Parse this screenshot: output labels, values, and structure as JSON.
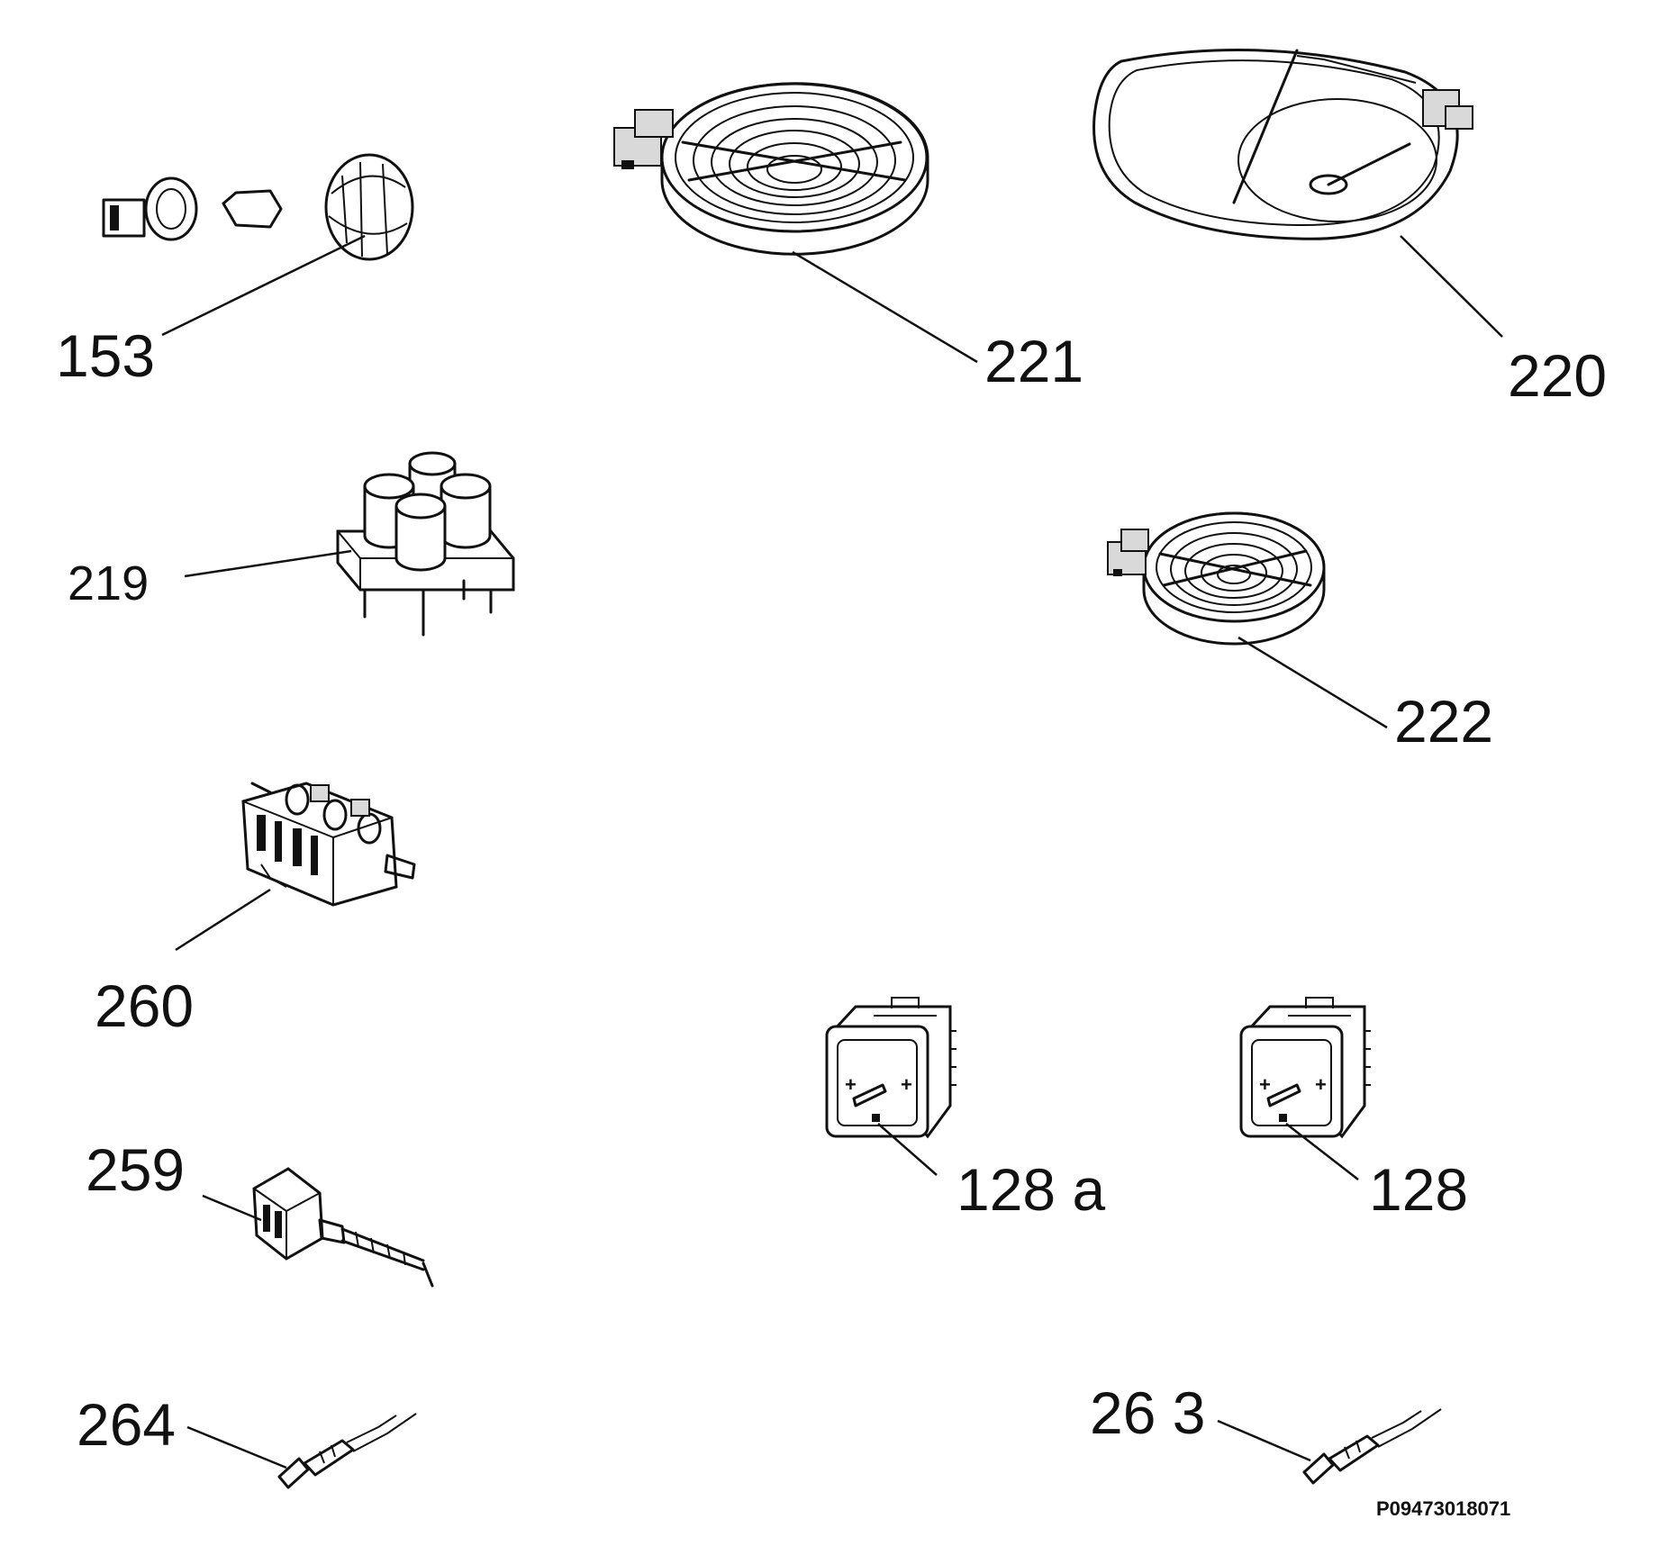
{
  "drawing": {
    "reference_code": "P09473018071"
  },
  "parts": [
    {
      "id": "p153",
      "label": "153",
      "icon": "knob-with-lamp-holder-icon"
    },
    {
      "id": "p221",
      "label": "221",
      "icon": "large-radiant-hotplate-icon"
    },
    {
      "id": "p220",
      "label": "220",
      "icon": "oval-dual-zone-hotplate-icon"
    },
    {
      "id": "p219",
      "label": "219",
      "icon": "four-cylinder-capacitor-block-icon"
    },
    {
      "id": "p222",
      "label": "222",
      "icon": "small-radiant-hotplate-icon"
    },
    {
      "id": "p260",
      "label": "260",
      "icon": "rotary-selector-switch-icon"
    },
    {
      "id": "p259",
      "label": "259",
      "icon": "thermostat-with-shaft-icon"
    },
    {
      "id": "p128a",
      "label": "128 a",
      "icon": "energy-regulator-icon"
    },
    {
      "id": "p128",
      "label": "128",
      "icon": "energy-regulator-icon"
    },
    {
      "id": "p264",
      "label": "264",
      "icon": "connector-terminal-icon"
    },
    {
      "id": "p263",
      "label": "26 3",
      "icon": "connector-terminal-icon"
    }
  ]
}
